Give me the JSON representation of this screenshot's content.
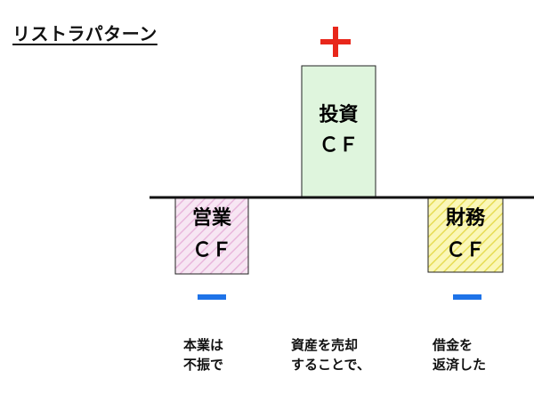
{
  "title": "リストラパターン",
  "colors": {
    "plus": "#e8271b",
    "minus": "#1e73e8",
    "invest_fill": "#dff5dd",
    "operating_fill": "#f5ddf0",
    "financing_fill": "#fbf6a8",
    "axis": "#111111"
  },
  "signs": {
    "plus": "+",
    "minus": "−"
  },
  "boxes": {
    "operating": {
      "line1": "営業",
      "line2": "ＣＦ"
    },
    "investing": {
      "line1": "投資",
      "line2": "ＣＦ"
    },
    "financing": {
      "line1": "財務",
      "line2": "ＣＦ"
    }
  },
  "captions": {
    "operating": {
      "line1": "本業は",
      "line2": "不振で"
    },
    "investing": {
      "line1": "資産を売却",
      "line2": "することで、"
    },
    "financing": {
      "line1": "借金を",
      "line2": "返済した"
    }
  }
}
